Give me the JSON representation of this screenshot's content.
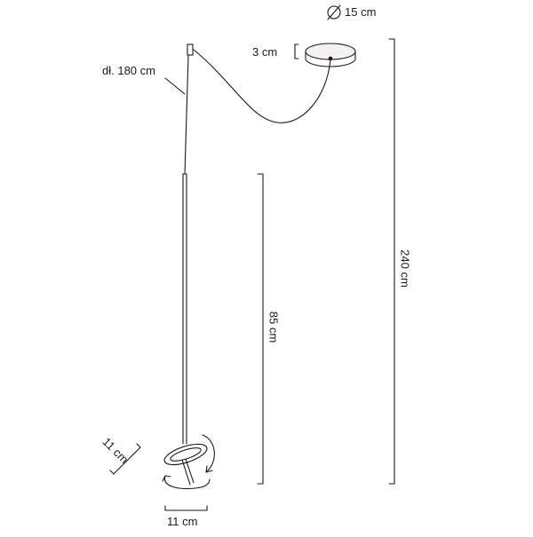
{
  "labels": {
    "canopy_diameter": "15 cm",
    "canopy_height": "3 cm",
    "cable_length": "dł. 180 cm",
    "lamp_height": "85 cm",
    "total_height": "240 cm",
    "head_height": "11 cm",
    "head_width": "11 cm"
  },
  "colors": {
    "line": "#1a1a1a",
    "canopy_fill": "#f4f2ef"
  },
  "icons": {
    "diameter": "diameter-icon",
    "rotation": "rotation-arrows-icon"
  }
}
